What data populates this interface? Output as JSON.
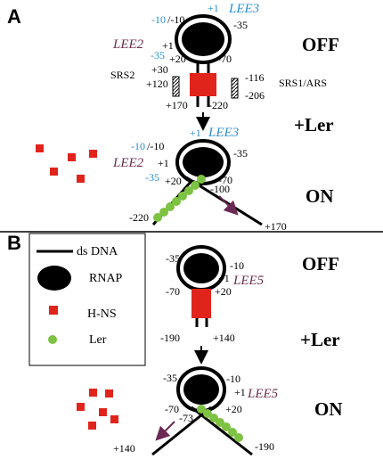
{
  "panels": {
    "a": {
      "letter": "A",
      "off": {
        "state": "OFF",
        "lee3": "LEE3",
        "lee2": "LEE2",
        "plus1_blue": "+1",
        "m10_blue": "-10",
        "m10_black": "/-10",
        "m35": "-35",
        "p1": "+1",
        "p20": "+20",
        "m35_blue": "-35",
        "m70": "-70",
        "srs2": "SRS2",
        "p30": "+30",
        "p120": "+120",
        "m116": "-116",
        "srs1": "SRS1/ARS",
        "m206": "-206",
        "p170": "+170",
        "m220": "-220"
      },
      "ler_step": "+Ler",
      "on": {
        "state": "ON",
        "lee3": "LEE3",
        "lee2": "LEE2",
        "plus1_blue": "+1",
        "m10_blue": "-10",
        "m10_black": "/-10",
        "m35": "-35",
        "p1": "+1",
        "p20": "+20",
        "m35_blue": "-35",
        "m70": "-70",
        "m100": "-100",
        "m220": "-220",
        "p170": "+170"
      }
    },
    "b": {
      "letter": "B",
      "legend": {
        "dna": "ds DNA",
        "rnap": "RNAP",
        "hns": "H-NS",
        "ler": "Ler"
      },
      "off": {
        "state": "OFF",
        "m35": "-35",
        "m10": "-10",
        "p1": "+1",
        "lee5": "LEE5",
        "m70": "-70",
        "p20": "+20",
        "m190": "-190",
        "p140": "+140"
      },
      "ler_step": "+Ler",
      "on": {
        "state": "ON",
        "m35": "-35",
        "m10": "-10",
        "p1": "+1",
        "lee5": "LEE5",
        "m70": "-70",
        "m73": "-73",
        "p20": "+20",
        "p140": "+140",
        "m190": "-190"
      }
    }
  },
  "colors": {
    "blue": "#2a8fd0",
    "purple": "#6a2d4e",
    "hns_red": "#e0241c",
    "ler_green": "#7dc242",
    "arrow_purple": "#6b2a55",
    "black": "#000000"
  }
}
